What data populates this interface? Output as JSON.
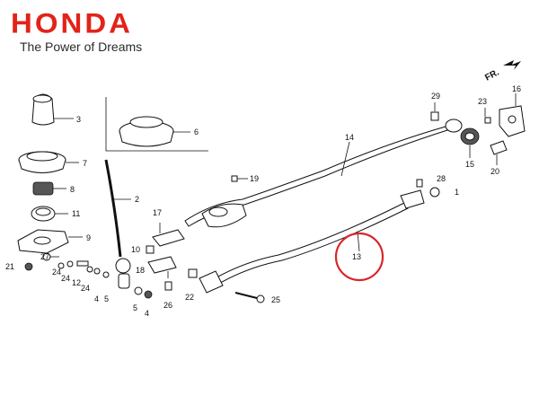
{
  "brand": {
    "logo_text": "HONDA",
    "tagline": "The Power of Dreams",
    "logo_color": "#e2231a"
  },
  "diagram": {
    "direction_marker": "FR.",
    "highlight_color": "#d9262c",
    "callouts": [
      "1",
      "2",
      "3",
      "4",
      "5",
      "6",
      "7",
      "8",
      "9",
      "10",
      "11",
      "12",
      "13",
      "14",
      "15",
      "16",
      "17",
      "18",
      "19",
      "20",
      "21",
      "22",
      "23",
      "24",
      "25",
      "26",
      "27",
      "28",
      "29"
    ],
    "labels": {
      "l1": "1",
      "l2": "2",
      "l3": "3",
      "l4a": "4",
      "l4b": "4",
      "l5a": "5",
      "l5b": "5",
      "l6": "6",
      "l7": "7",
      "l8": "8",
      "l9": "9",
      "l10": "10",
      "l11": "11",
      "l12": "12",
      "l13": "13",
      "l14": "14",
      "l15": "15",
      "l16": "16",
      "l17": "17",
      "l18": "18",
      "l19": "19",
      "l20": "20",
      "l21": "21",
      "l22": "22",
      "l23": "23",
      "l24a": "24",
      "l24b": "24",
      "l24c": "24",
      "l25": "25",
      "l26": "26",
      "l27": "27",
      "l28": "28",
      "l29": "29"
    }
  }
}
